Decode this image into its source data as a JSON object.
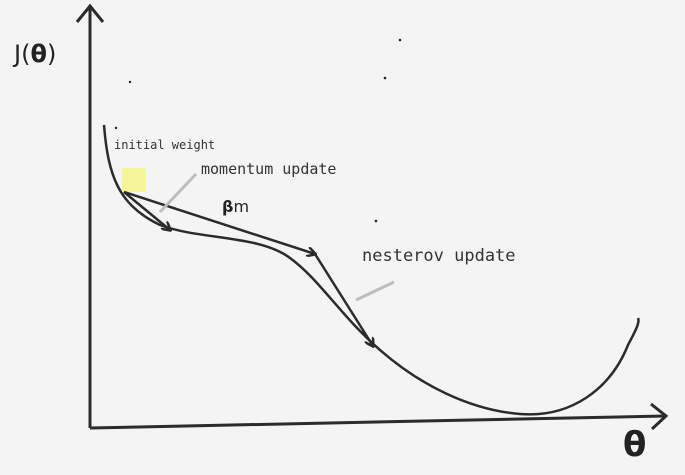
{
  "axes": {
    "y_label_prefix": "J(",
    "y_label_theta": "θ",
    "y_label_suffix": ")",
    "x_label": "θ"
  },
  "annotations": {
    "initial_weight": "initial weight",
    "momentum_update": "momentum update",
    "beta_symbol": "β",
    "beta_sub": "m",
    "nesterov_update": "nesterov update"
  },
  "colors": {
    "stroke": "#2b2b2b",
    "pointer": "#bdbdbd",
    "marker": "#f6f59a",
    "background": "#f4f4f4"
  }
}
